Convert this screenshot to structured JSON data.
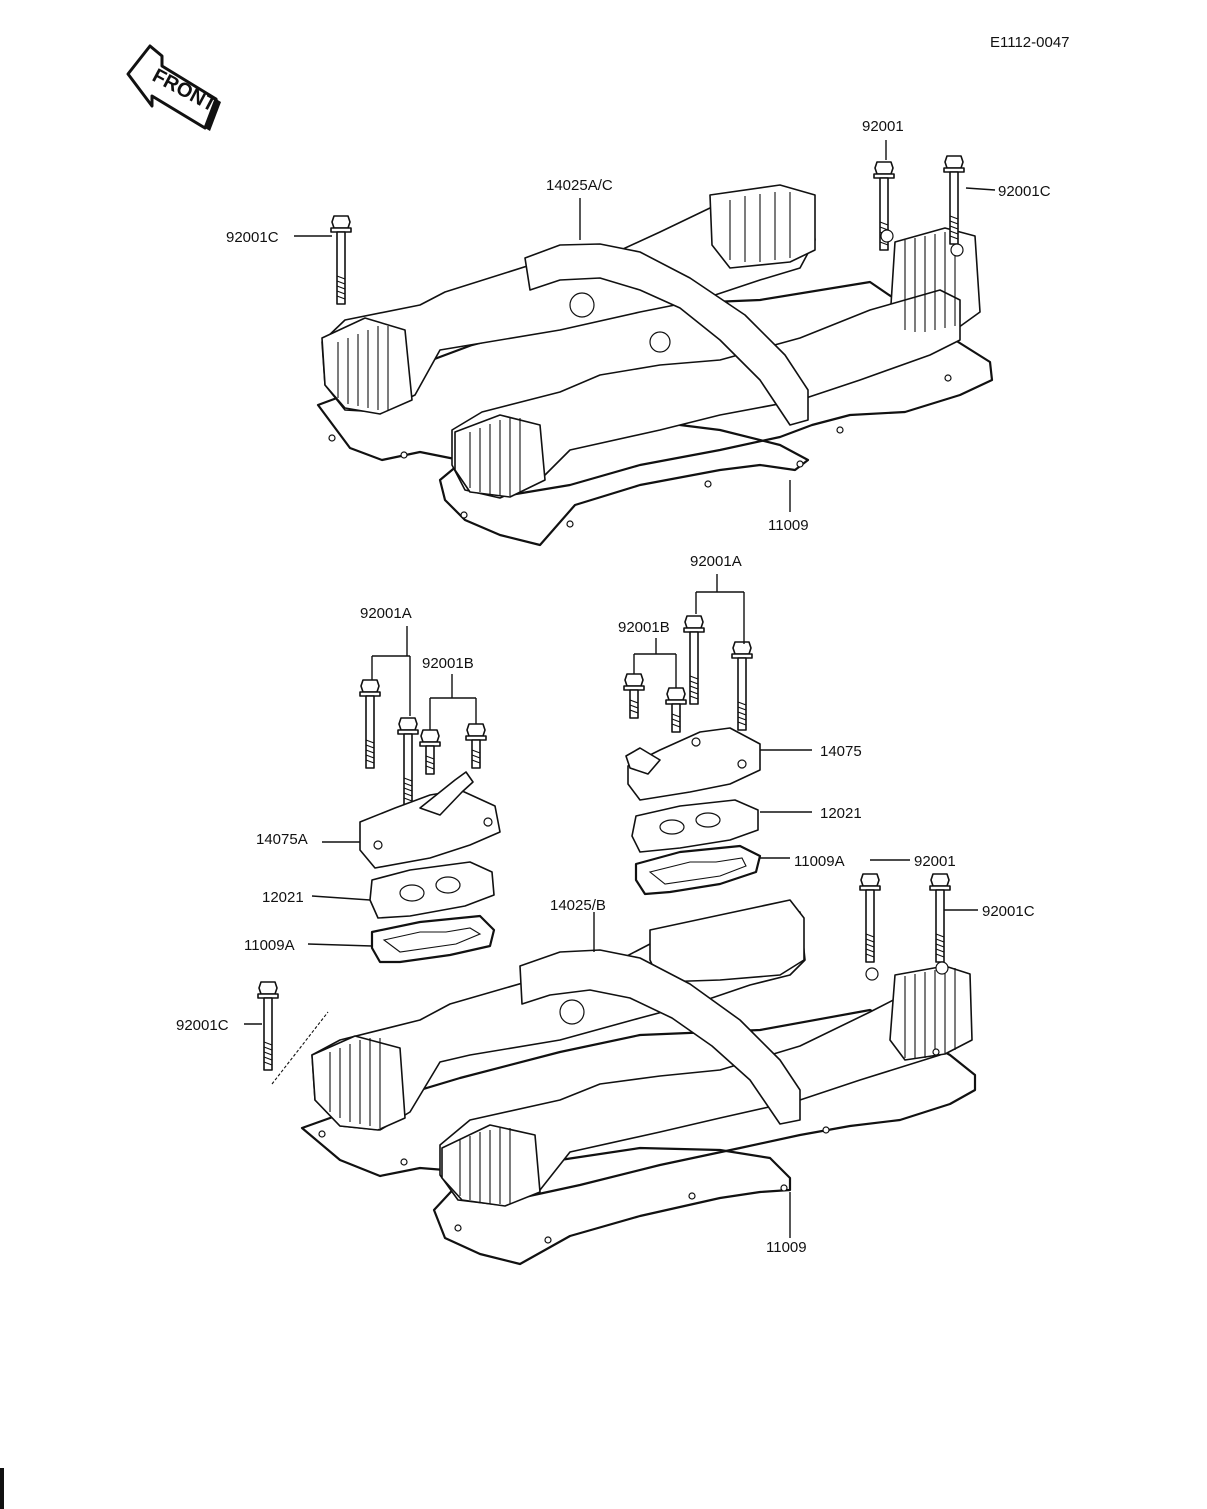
{
  "doc_code": "E1112-0047",
  "front_label": "FRONT",
  "upper": {
    "cover": "14025A/C",
    "gasket": "11009",
    "bolt_left": "92001C",
    "bolt_right_a": "92001",
    "bolt_right_b": "92001C"
  },
  "lower": {
    "bolts_long_left": "92001A",
    "bolts_short_left": "92001B",
    "breather_cover_left": "14075A",
    "reed_left": "12021",
    "gasket_left": "11009A",
    "cover": "14025/B",
    "bolt_left": "92001C",
    "bolts_long_right": "92001A",
    "bolts_short_right": "92001B",
    "breather_cover_right": "14075",
    "reed_right": "12021",
    "gasket_right": "11009A",
    "bolt_right_a": "92001",
    "bolt_right_b": "92001C",
    "gasket": "11009"
  }
}
